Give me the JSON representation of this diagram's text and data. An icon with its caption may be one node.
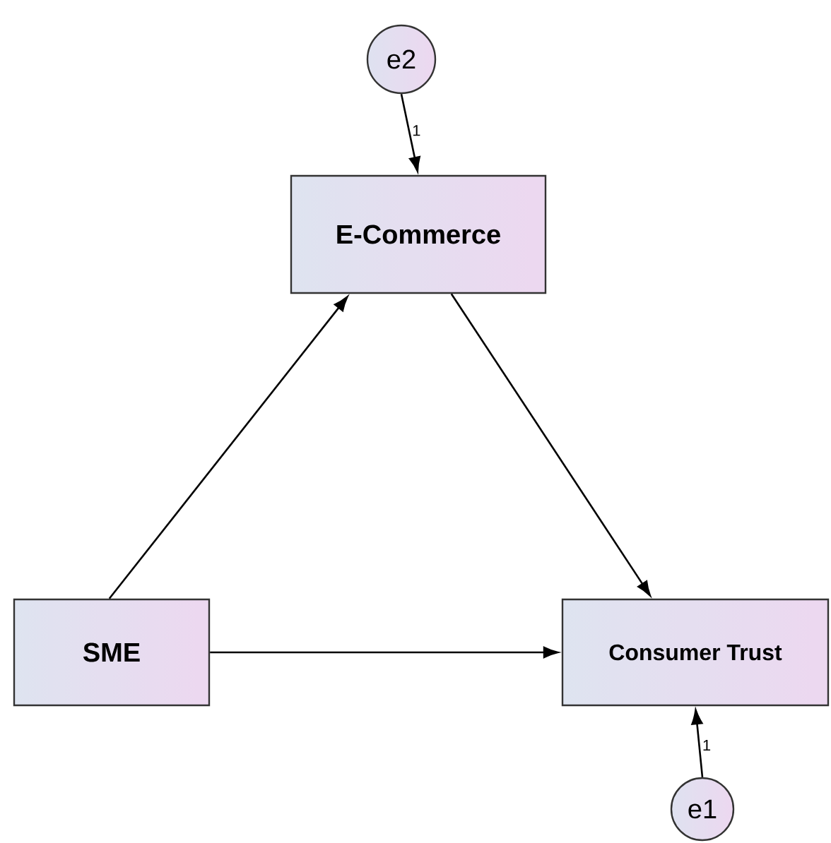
{
  "diagram": {
    "nodes": [
      {
        "text": [
          "e2"
        ]
      },
      {
        "text": [
          "E-Commerce"
        ]
      },
      {
        "text": [
          "SME"
        ]
      },
      {
        "text": [
          "Consumer Trust"
        ]
      },
      {
        "text": [
          "e1"
        ]
      }
    ],
    "edges": [
      {
        "from": 0,
        "to": 1,
        "arrow": "to",
        "label": "1"
      },
      {
        "from": 2,
        "to": 1,
        "arrow": "to"
      },
      {
        "from": 1,
        "to": 3,
        "arrow": "to"
      },
      {
        "from": 2,
        "to": 3,
        "arrow": "to"
      },
      {
        "from": 4,
        "to": 3,
        "arrow": "to",
        "label": "1"
      }
    ]
  }
}
